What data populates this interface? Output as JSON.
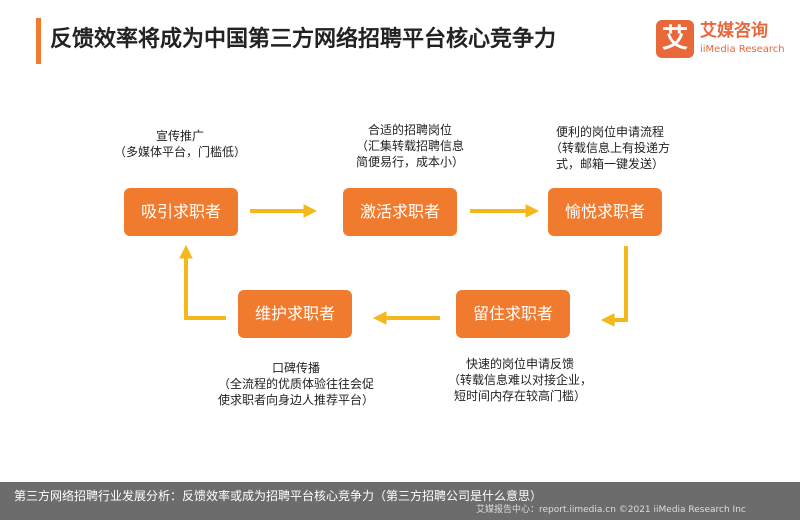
{
  "title": "反馈效率将成为中国第三方网络招聘平台核心竞争力",
  "logo": {
    "mark": "艾",
    "name_cn": "艾媒咨询",
    "name_en": "iiMedia Research"
  },
  "nodes": [
    {
      "id": "attract",
      "label": "吸引求职者",
      "note": [
        "宣传推广",
        "（多媒体平台，门槛低）"
      ]
    },
    {
      "id": "activate",
      "label": "激活求职者",
      "note": [
        "合适的招聘岗位",
        "（汇集转载招聘信息",
        "简便易行，成本小）"
      ]
    },
    {
      "id": "delight",
      "label": "愉悦求职者",
      "note": [
        "便利的岗位申请流程",
        "（转载信息上有投递方",
        "式，邮箱一键发送）"
      ]
    },
    {
      "id": "retain",
      "label": "留住求职者",
      "note": [
        "快速的岗位申请反馈",
        "（转载信息难以对接企业，",
        "短时间内存在较高门槛）"
      ]
    },
    {
      "id": "maintain",
      "label": "维护求职者",
      "note": [
        "口碑传播",
        "（全流程的优质体验往往会促",
        "使求职者向身边人推荐平台）"
      ]
    }
  ],
  "colors": {
    "accent": "#f07b2e",
    "arrow": "#f5b81c",
    "brand": "#e8683a"
  },
  "footer": {
    "caption": "第三方网络招聘行业发展分析：反馈效率或成为招聘平台核心竞争力（第三方招聘公司是什么意思）",
    "source": "艾媒报告中心：report.iimedia.cn  ©2021  iiMedia Research  Inc"
  }
}
